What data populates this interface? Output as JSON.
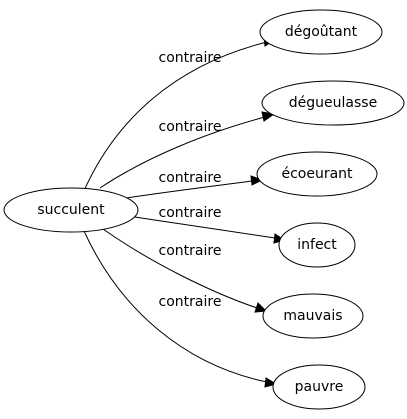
{
  "diagram": {
    "source": {
      "id": "n0",
      "label": "succulent"
    },
    "targets": [
      {
        "id": "n1",
        "label": "dégoûtant"
      },
      {
        "id": "n2",
        "label": "dégueulasse"
      },
      {
        "id": "n3",
        "label": "écoeurant"
      },
      {
        "id": "n4",
        "label": "infect"
      },
      {
        "id": "n5",
        "label": "mauvais"
      },
      {
        "id": "n6",
        "label": "pauvre"
      }
    ],
    "edges": [
      {
        "from": "n0",
        "to": "n1",
        "label": "contraire"
      },
      {
        "from": "n0",
        "to": "n2",
        "label": "contraire"
      },
      {
        "from": "n0",
        "to": "n3",
        "label": "contraire"
      },
      {
        "from": "n0",
        "to": "n4",
        "label": "contraire"
      },
      {
        "from": "n0",
        "to": "n5",
        "label": "contraire"
      },
      {
        "from": "n0",
        "to": "n6",
        "label": "contraire"
      }
    ]
  }
}
